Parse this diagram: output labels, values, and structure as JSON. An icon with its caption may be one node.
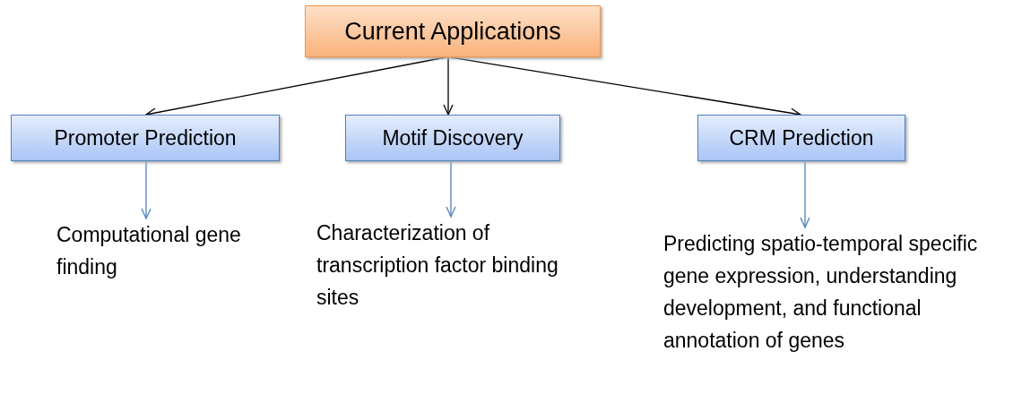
{
  "diagram": {
    "nodes": [
      {
        "text": [
          "Current Applications"
        ]
      },
      {
        "text": [
          "Promoter Prediction"
        ]
      },
      {
        "text": [
          "Motif Discovery"
        ]
      },
      {
        "text": [
          "CRM Prediction"
        ]
      },
      {
        "text": [
          "Computational gene finding"
        ]
      },
      {
        "text": [
          "Characterization of transcription factor binding sites"
        ]
      },
      {
        "text": [
          "Predicting spatio-temporal specific gene expression, understanding development, and functional annotation of genes"
        ]
      }
    ],
    "edges": [
      {
        "from": 0,
        "to": 1,
        "arrow": "to"
      },
      {
        "from": 0,
        "to": 2,
        "arrow": "to"
      },
      {
        "from": 0,
        "to": 3,
        "arrow": "to"
      },
      {
        "from": 1,
        "to": 4,
        "arrow": "to",
        "color": "#4f81bd"
      },
      {
        "from": 2,
        "to": 5,
        "arrow": "to",
        "color": "#4f81bd"
      },
      {
        "from": 3,
        "to": 6,
        "arrow": "to",
        "color": "#4f81bd"
      }
    ]
  }
}
